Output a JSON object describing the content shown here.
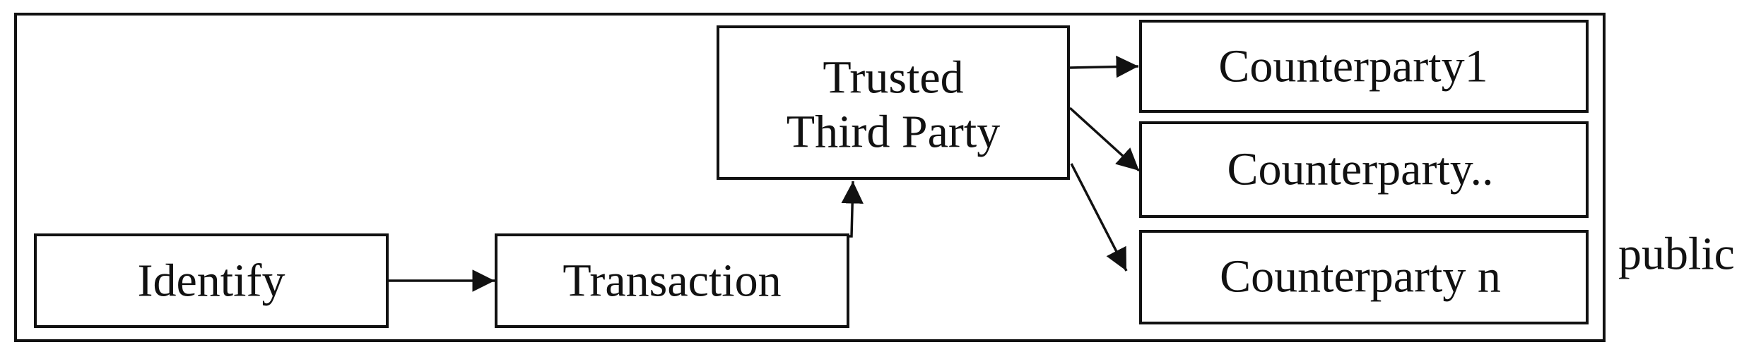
{
  "diagram": {
    "type": "flowchart",
    "colors": {
      "stroke": "#111111",
      "fill": "#ffffff",
      "text": "#111111"
    },
    "nodes": {
      "identify": {
        "label": "Identify"
      },
      "transaction": {
        "label": "Transaction"
      },
      "trusted_third_party": {
        "line1": "Trusted",
        "line2": "Third Party"
      },
      "counterparty_1": {
        "label": "Counterparty1"
      },
      "counterparty_mid": {
        "label": "Counterparty.."
      },
      "counterparty_n": {
        "label": "Counterparty n"
      }
    },
    "edges": [
      {
        "from": "Identify",
        "to": "Transaction"
      },
      {
        "from": "Transaction",
        "to": "Trusted Third Party"
      },
      {
        "from": "Trusted Third Party",
        "to": "Counterparty1"
      },
      {
        "from": "Trusted Third Party",
        "to": "Counterparty.."
      },
      {
        "from": "Trusted Third Party",
        "to": "Counterparty n"
      }
    ],
    "boundary_label": "public"
  }
}
